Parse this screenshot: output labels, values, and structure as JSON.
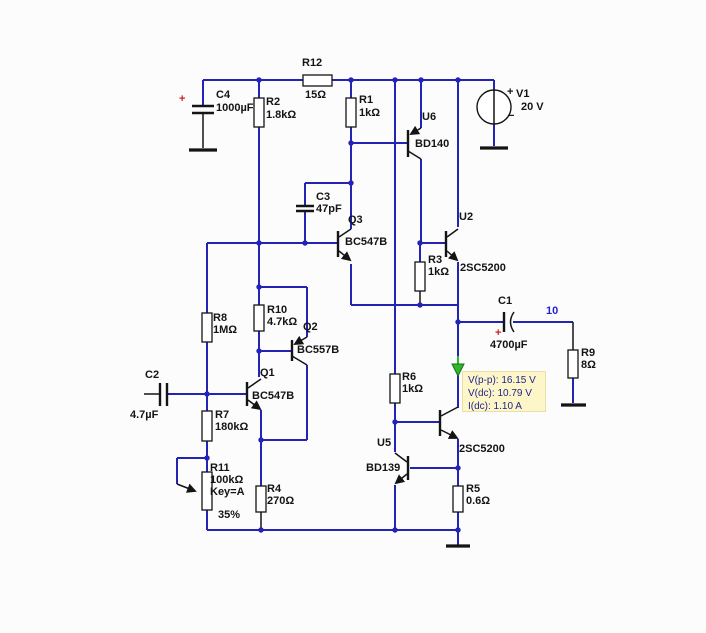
{
  "canvas": {
    "bg": "#fcfcfc",
    "wire_color": "#2424b4",
    "symbol_color": "#141414"
  },
  "components": {
    "c4": {
      "ref": "C4",
      "value": "1000µF",
      "polarity": "+"
    },
    "r2": {
      "ref": "R2",
      "value": "1.8kΩ"
    },
    "r12": {
      "ref": "R12",
      "value": "15Ω"
    },
    "r1": {
      "ref": "R1",
      "value": "1kΩ"
    },
    "u6": {
      "ref": "U6",
      "part": "BD140"
    },
    "v1": {
      "plus": "+",
      "ref": "V1",
      "value": "20 V",
      "minus": "−"
    },
    "c3": {
      "ref": "C3",
      "value": "47pF"
    },
    "q3": {
      "ref": "Q3",
      "part": "BC547B"
    },
    "u2": {
      "ref": "U2",
      "part": "2SC5200"
    },
    "r3": {
      "ref": "R3",
      "value": "1kΩ"
    },
    "r8": {
      "ref": "R8",
      "value": "1MΩ"
    },
    "r10": {
      "ref": "R10",
      "value": "4.7kΩ"
    },
    "q2": {
      "ref": "Q2",
      "part": "BC557B"
    },
    "q1": {
      "ref": "Q1",
      "part": "BC547B"
    },
    "c2": {
      "ref": "C2",
      "value": "4.7µF"
    },
    "r7": {
      "ref": "R7",
      "value": "180kΩ"
    },
    "r11": {
      "ref": "R11",
      "value": "100kΩ",
      "key": "Key=A",
      "percent": "35%"
    },
    "r4": {
      "ref": "R4",
      "value": "270Ω"
    },
    "r6": {
      "ref": "R6",
      "value": "1kΩ"
    },
    "u5": {
      "ref": "U5",
      "part": "BD139"
    },
    "q4": {
      "part": "2SC5200"
    },
    "r5": {
      "ref": "R5",
      "value": "0.6Ω"
    },
    "c1": {
      "ref": "C1",
      "value": "4700µF",
      "polarity": "+"
    },
    "r9": {
      "ref": "R9",
      "value": "8Ω"
    }
  },
  "net_label": {
    "text": "10",
    "color": "#2424cc"
  },
  "probe": {
    "bg": "#fdf6c8",
    "arrow_color": "#2eb82e",
    "lines": [
      "V(p-p): 16.15 V",
      "V(dc): 10.79 V",
      "I(dc): 1.10 A"
    ]
  }
}
